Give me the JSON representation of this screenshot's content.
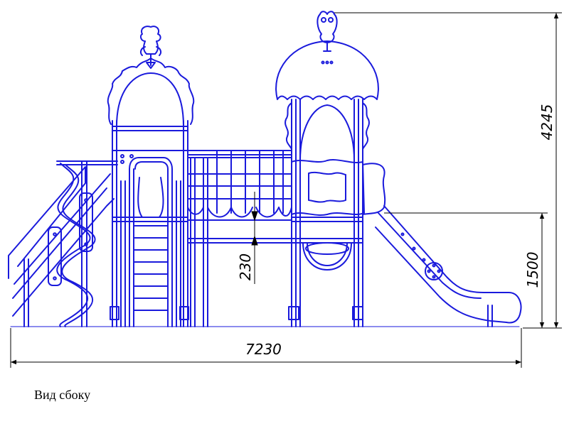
{
  "caption": "Вид сбоку",
  "dimensions": {
    "overall_length": "7230",
    "overall_height": "4245",
    "slide_platform_height": "1500",
    "clearance": "230"
  },
  "colors": {
    "structure": "#1a1adc",
    "dimension_lines": "#000000",
    "background": "#ffffff"
  }
}
